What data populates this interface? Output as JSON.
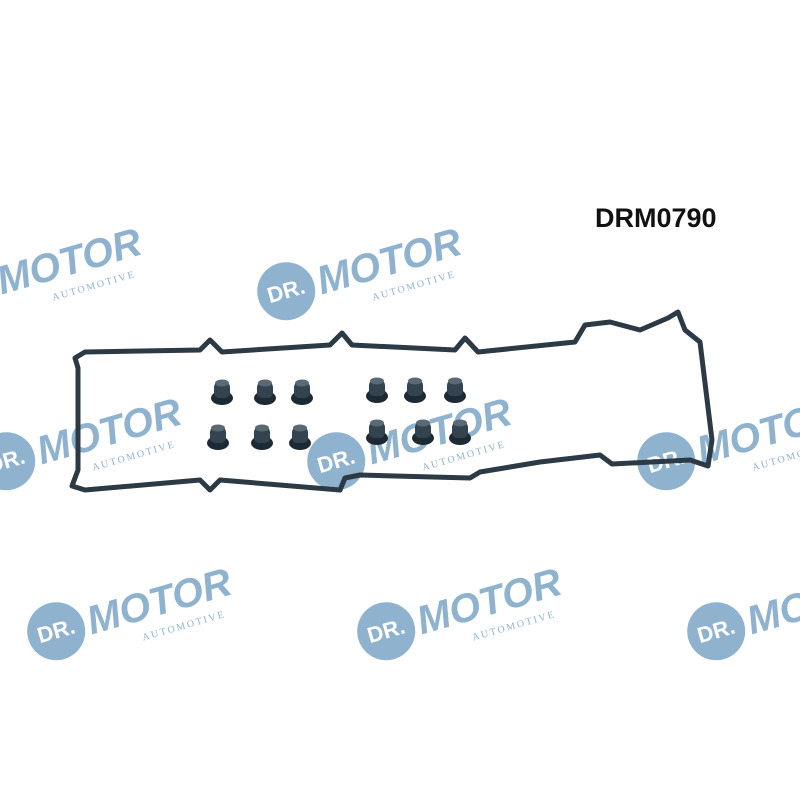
{
  "product": {
    "code": "DRM0790"
  },
  "watermark": {
    "logo": "DR.",
    "brand": "MOTOR",
    "sub": "AUTOMOTIVE"
  },
  "colors": {
    "watermark": "#8fb3cf",
    "gasket": "#2b3a45"
  }
}
